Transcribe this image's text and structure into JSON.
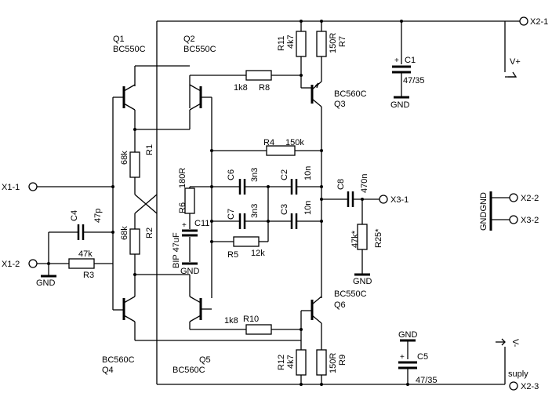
{
  "components": {
    "q1": {
      "name": "Q1",
      "part": "BC550C"
    },
    "q2": {
      "name": "Q2",
      "part": "BC550C"
    },
    "q3": {
      "name": "Q3",
      "part": "BC560C"
    },
    "q4": {
      "name": "Q4",
      "part": "BC560C"
    },
    "q5": {
      "name": "Q5",
      "part": "BC560C"
    },
    "q6": {
      "name": "Q6",
      "part": "BC550C"
    },
    "r1": {
      "name": "R1",
      "value": "68k"
    },
    "r2": {
      "name": "R2",
      "value": "68k"
    },
    "r3": {
      "name": "R3",
      "value": "47k"
    },
    "r4": {
      "name": "R4",
      "value": "150k"
    },
    "r5": {
      "name": "R5",
      "value": "12k"
    },
    "r6": {
      "name": "R6",
      "value": "180R"
    },
    "r7": {
      "name": "R7",
      "value": "150R"
    },
    "r8": {
      "name": "R8",
      "value": "1k8"
    },
    "r9": {
      "name": "R9",
      "value": "150R"
    },
    "r10": {
      "name": "R10",
      "value": "1k8"
    },
    "r11": {
      "name": "R11",
      "value": "4k7"
    },
    "r12": {
      "name": "R12",
      "value": "4k7"
    },
    "r25": {
      "name": "R25*",
      "value": "47k*"
    },
    "c1": {
      "name": "C1",
      "value": "47/35"
    },
    "c2": {
      "name": "C2",
      "value": "10n"
    },
    "c3": {
      "name": "C3",
      "value": "10n"
    },
    "c4": {
      "name": "C4",
      "value": "47p"
    },
    "c5": {
      "name": "C5",
      "value": "47/35"
    },
    "c6": {
      "name": "C6",
      "value": "3n3"
    },
    "c7": {
      "name": "C7",
      "value": "3n3"
    },
    "c8": {
      "name": "C8",
      "value": "470n"
    },
    "c11": {
      "name": "C11",
      "value": "BIP 47uF"
    }
  },
  "terminals": {
    "x11": "X1-1",
    "x12": "X1-2",
    "x21": "X2-1",
    "x22": "X2-2",
    "x23": "X2-3",
    "x31": "X3-1",
    "x32": "X3-2"
  },
  "labels": {
    "gnd": "GND",
    "vplus": "V+",
    "vminus": "V-",
    "gndgnd": "GNDGND",
    "supply": "suply"
  }
}
